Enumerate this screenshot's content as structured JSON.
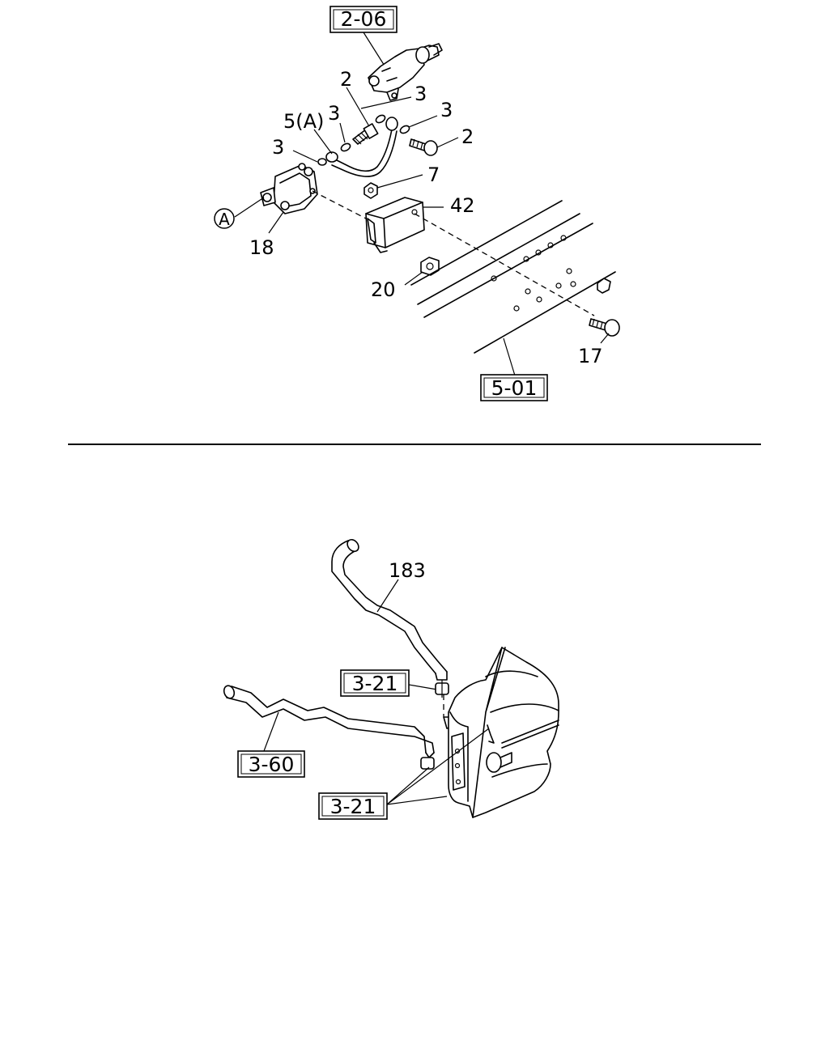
{
  "top_diagram": {
    "ref_boxes": [
      "2-06",
      "5-01"
    ],
    "callouts": [
      "2",
      "3",
      "3",
      "3",
      "2",
      "5(A)",
      "3",
      "7",
      "42",
      "18",
      "20",
      "17"
    ],
    "circle_marker": "A"
  },
  "bottom_diagram": {
    "ref_boxes": [
      "3-21",
      "3-60",
      "3-21"
    ],
    "callouts": [
      "183"
    ]
  }
}
